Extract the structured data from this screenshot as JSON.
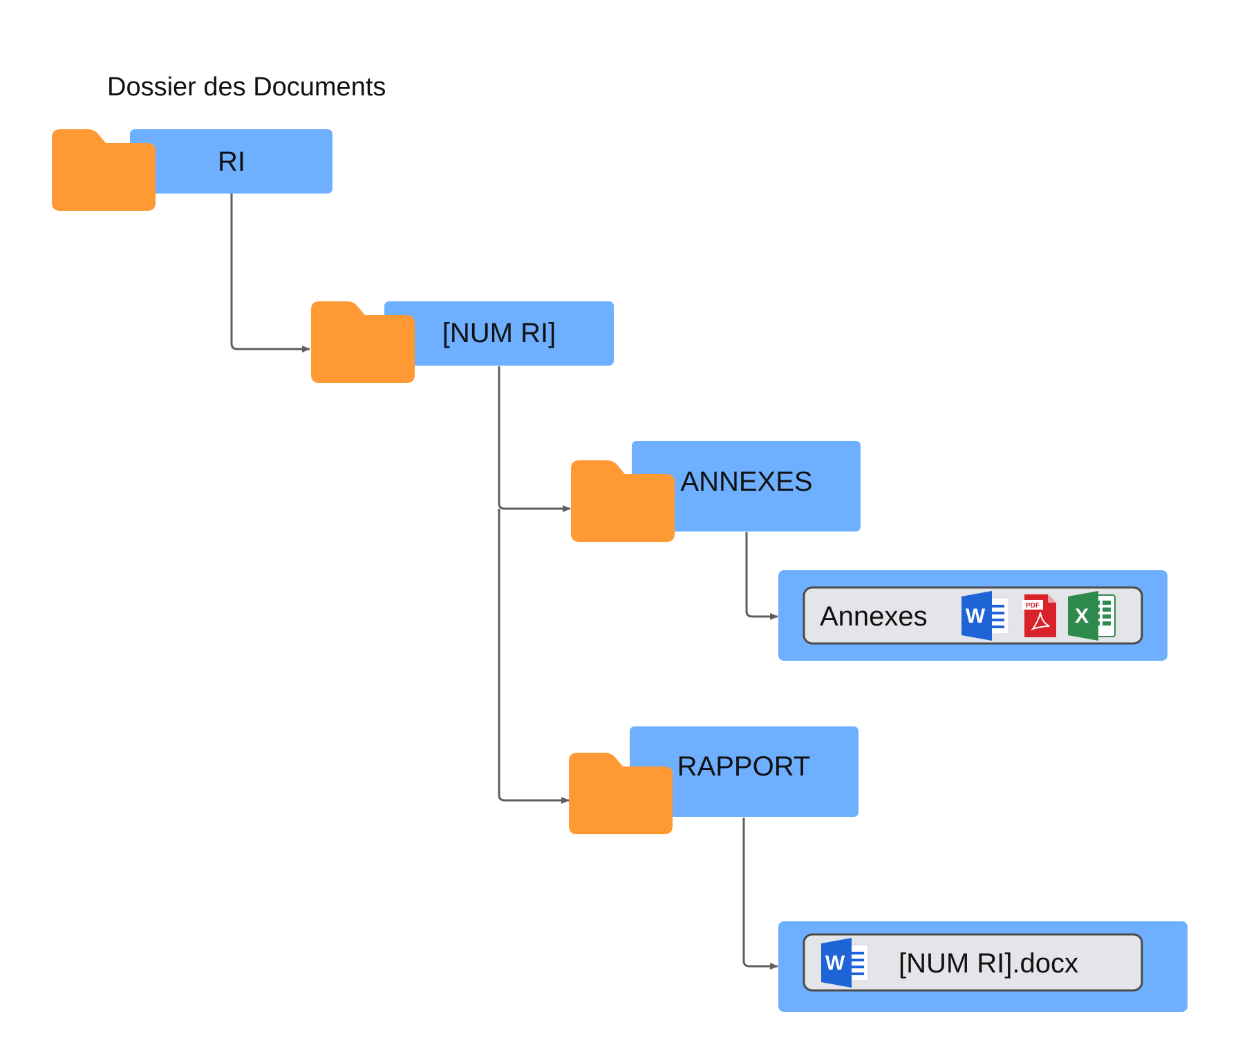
{
  "diagram": {
    "title": "Dossier des Documents",
    "colors": {
      "folder_body": "#FF9933",
      "label_box": "#6EB0FF",
      "file_box": "#E3E5E9",
      "file_border": "#4A4A4A",
      "connector": "#5E5E5E",
      "word_blue": "#1E64D6",
      "pdf_red": "#D8232A",
      "excel_green": "#2F8A4E"
    },
    "folders": {
      "ri": {
        "label": "RI",
        "icon": "folder-icon"
      },
      "num_ri": {
        "label": "[NUM RI]",
        "icon": "folder-icon"
      },
      "annexes": {
        "label": "ANNEXES",
        "icon": "folder-icon"
      },
      "rapport": {
        "label": "RAPPORT",
        "icon": "folder-icon"
      }
    },
    "files": {
      "annexes_file": {
        "label": "Annexes",
        "icons": [
          "word-icon",
          "pdf-icon",
          "excel-icon"
        ]
      },
      "rapport_file": {
        "label": "[NUM RI].docx",
        "icons": [
          "word-icon"
        ]
      }
    },
    "icon_text": {
      "word": "W",
      "pdf": "PDF",
      "excel": "X"
    }
  }
}
